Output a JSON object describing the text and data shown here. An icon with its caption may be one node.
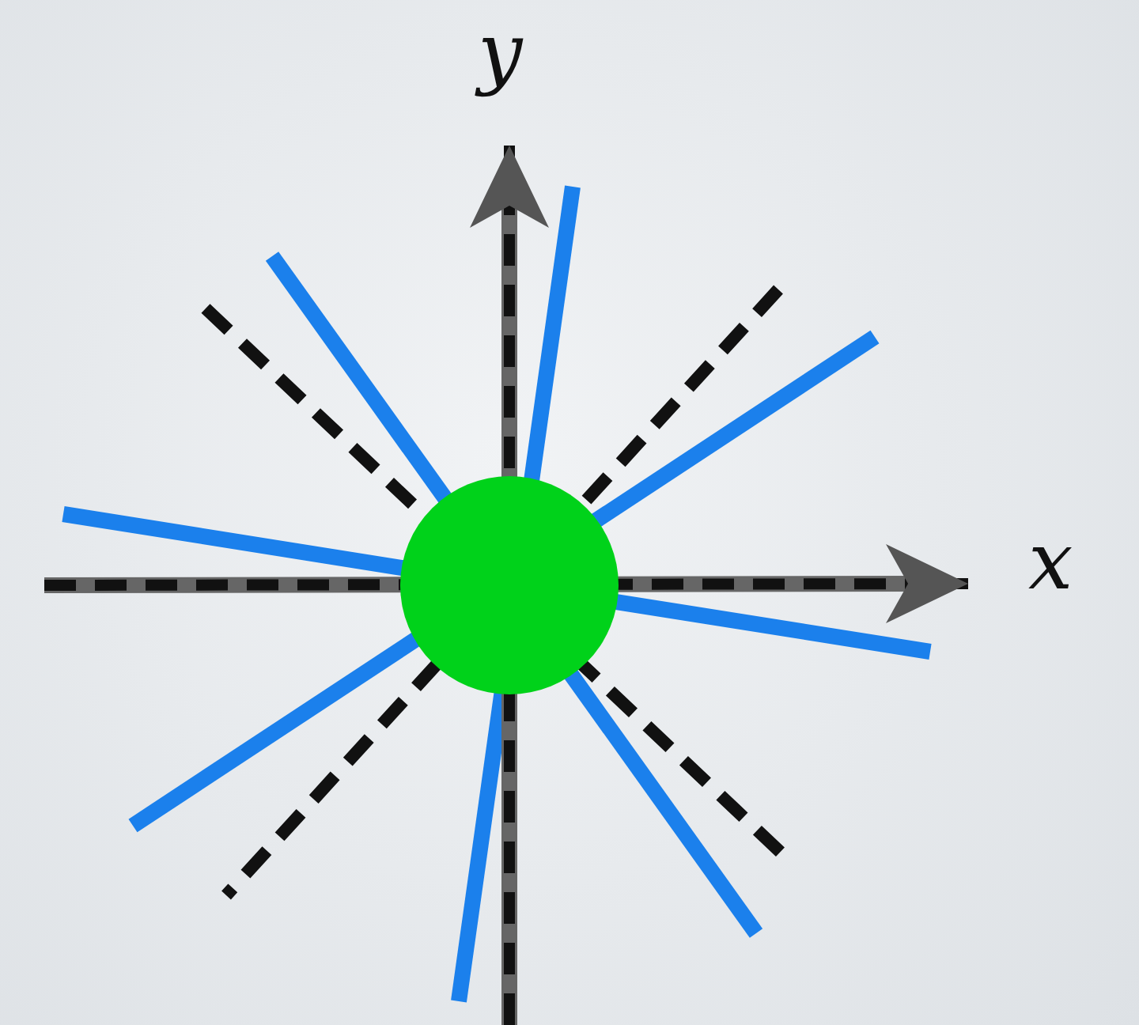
{
  "diagram": {
    "nodes": [
      {
        "text": [],
        "shape": "circle"
      }
    ],
    "labels": [
      "y",
      "x"
    ]
  }
}
